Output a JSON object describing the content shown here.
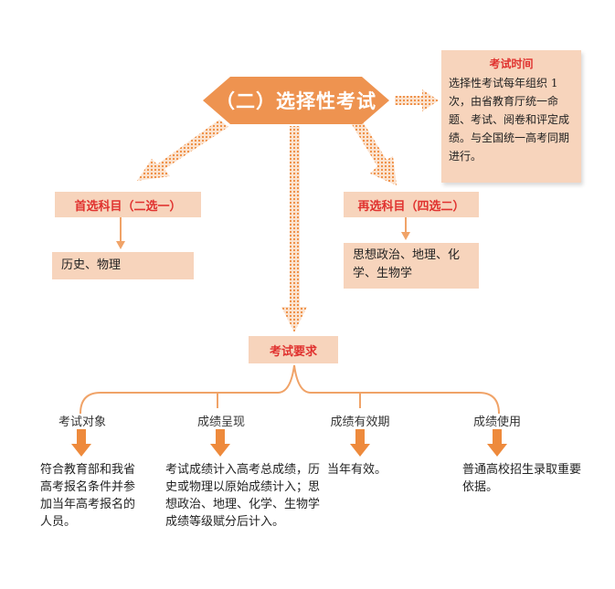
{
  "title": "（二）选择性考试",
  "exam_time": {
    "heading": "考试时间",
    "body": "选择性考试每年组织 1 次，由省教育厅统一命题、考试、阅卷和评定成绩。与全国统一高考同期进行。"
  },
  "first_choice": {
    "label": "首选科目（二选一）",
    "subjects": "历史、物理"
  },
  "second_choice": {
    "label": "再选科目（四选二）",
    "subjects": "思想政治、地理、化学、生物学"
  },
  "requirements": {
    "label": "考试要求",
    "items": [
      {
        "label": "考试对象",
        "text": "符合教育部和我省高考报名条件并参加当年高考报名的人员。"
      },
      {
        "label": "成绩呈现",
        "text": "考试成绩计入高考总成绩，历史或物理以原始成绩计入；思想政治、地理、化学、生物学成绩等级赋分后计入。"
      },
      {
        "label": "成绩有效期",
        "text": "当年有效。"
      },
      {
        "label": "成绩使用",
        "text": "普通高校招生录取重要依据。"
      }
    ]
  },
  "colors": {
    "hexagon": "#ee9350",
    "box_fill": "#f7d4bc",
    "heading_red": "#e0322f",
    "arrow_dotted": "#f0a368",
    "arrow_solid": "#ee8a3c",
    "connector": "#f0a368"
  }
}
